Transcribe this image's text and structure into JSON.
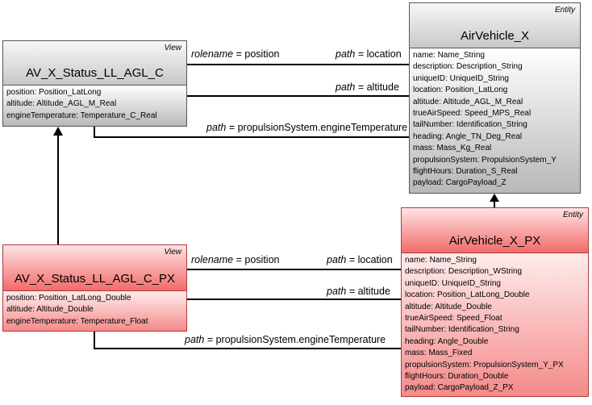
{
  "view_gray": {
    "stereotype": "View",
    "name": "AV_X_Status_LL_AGL_C",
    "attributes": [
      {
        "name": "position",
        "type": "Position_LatLong"
      },
      {
        "name": "altitude",
        "type": "Altitude_AGL_M_Real"
      },
      {
        "name": "engineTemperature",
        "type": "Temperature_C_Real"
      }
    ]
  },
  "entity_gray": {
    "stereotype": "Entity",
    "name": "AirVehicle_X",
    "attributes": [
      {
        "name": "name",
        "type": "Name_String"
      },
      {
        "name": "description",
        "type": "Description_String"
      },
      {
        "name": "uniqueID",
        "type": "UniqueID_String"
      },
      {
        "name": "location",
        "type": "Position_LatLong"
      },
      {
        "name": "altitude",
        "type": "Altitude_AGL_M_Real"
      },
      {
        "name": "trueAirSpeed",
        "type": "Speed_MPS_Real"
      },
      {
        "name": "tailNumber",
        "type": "Identification_String"
      },
      {
        "name": "heading",
        "type": "Angle_TN_Deg_Real"
      },
      {
        "name": "mass",
        "type": "Mass_Kg_Real"
      },
      {
        "name": "propulsionSystem",
        "type": "PropulsionSystem_Y"
      },
      {
        "name": "flightHours",
        "type": "Duration_S_Real"
      },
      {
        "name": "payload",
        "type": "CargoPayload_Z"
      }
    ]
  },
  "view_red": {
    "stereotype": "View",
    "name": "AV_X_Status_LL_AGL_C_PX",
    "attributes": [
      {
        "name": "position",
        "type": "Position_LatLong_Double"
      },
      {
        "name": "altitude",
        "type": "Altitude_Double"
      },
      {
        "name": "engineTemperature",
        "type": "Temperature_Float"
      }
    ]
  },
  "entity_red": {
    "stereotype": "Entity",
    "name": "AirVehicle_X_PX",
    "attributes": [
      {
        "name": "name",
        "type": "Name_String"
      },
      {
        "name": "description",
        "type": "Description_WString"
      },
      {
        "name": "uniqueID",
        "type": "UniqueID_String"
      },
      {
        "name": "location",
        "type": "Position_LatLong_Double"
      },
      {
        "name": "altitude",
        "type": "Altitude_Double"
      },
      {
        "name": "trueAirSpeed",
        "type": "Speed_Float"
      },
      {
        "name": "tailNumber",
        "type": "Identification_String"
      },
      {
        "name": "heading",
        "type": "Angle_Double"
      },
      {
        "name": "mass",
        "type": "Mass_Fixed"
      },
      {
        "name": "propulsionSystem",
        "type": "PropulsionSystem_Y_PX"
      },
      {
        "name": "flightHours",
        "type": "Duration_Double"
      },
      {
        "name": "payload",
        "type": "CargoPayload_Z_PX"
      }
    ]
  },
  "top_links": {
    "rolename_key": "rolename",
    "rolename_value": "= position",
    "path_key": "path",
    "path_location": "= location",
    "path_altitude": "= altitude",
    "path_engine": "= propulsionSystem.engineTemperature"
  },
  "bottom_links": {
    "rolename_key": "rolename",
    "rolename_value": "= position",
    "path_key": "path",
    "path_location": "= location",
    "path_altitude": "= altitude",
    "path_engine": "= propulsionSystem.engineTemperature"
  }
}
